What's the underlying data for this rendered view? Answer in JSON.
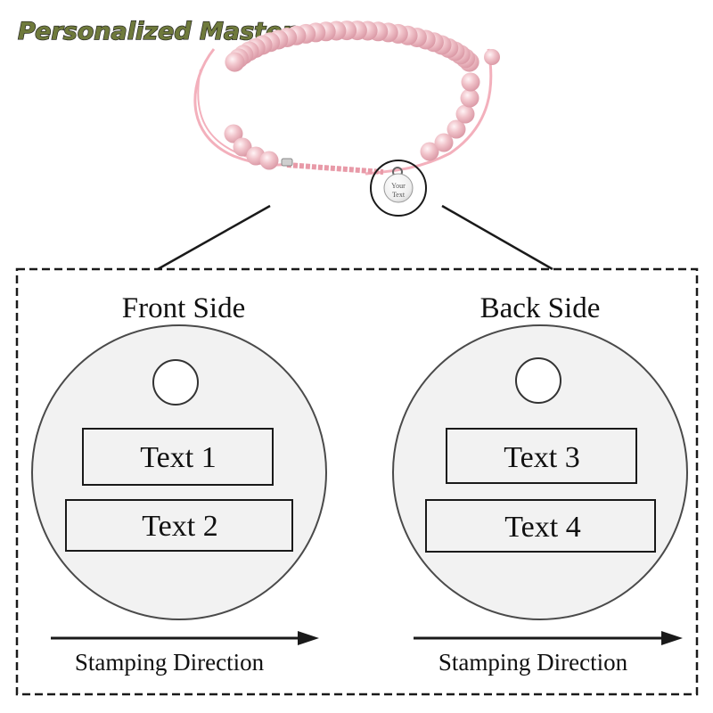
{
  "brand": {
    "watermark": "Personalized Master"
  },
  "product": {
    "pendant_engraving": [
      "Your",
      "Text"
    ]
  },
  "front": {
    "heading": "Front Side",
    "lines": [
      "Text 1",
      "Text 2"
    ],
    "direction": "Stamping Direction"
  },
  "back": {
    "heading": "Back Side",
    "lines": [
      "Text 3",
      "Text 4"
    ],
    "direction": "Stamping Direction"
  },
  "colors": {
    "bead": "#f1c4cb",
    "bead_shadow": "#d996a3",
    "cord": "#f3b0bc",
    "tag_fill": "#f2f2f2",
    "outline": "#2a2a2a",
    "brand_fill": "#6f7a3c"
  }
}
